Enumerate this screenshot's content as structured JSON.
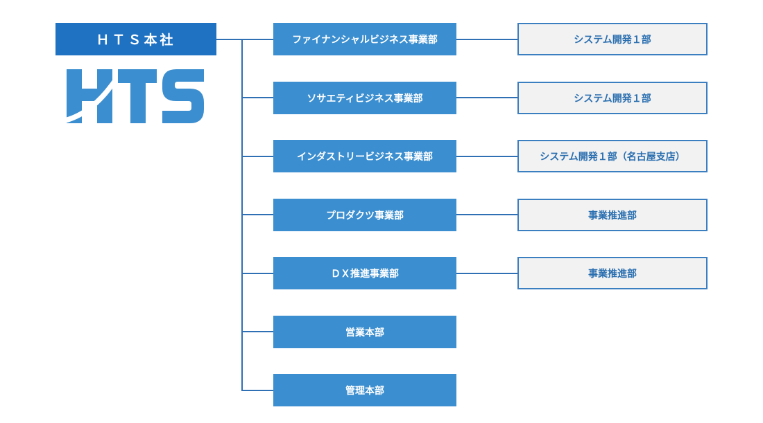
{
  "hq": {
    "label": "ＨＴＳ本社"
  },
  "logo": {
    "text": "HTS",
    "color": "#3b8ecf"
  },
  "colors": {
    "hq_fill": "#1f72c2",
    "division_fill": "#3b8ecf",
    "sub_fill": "#f2f2f2",
    "sub_border": "#3b7fc0",
    "sub_text": "#2a6fb0",
    "connector": "#2f6fb3"
  },
  "divisions": [
    {
      "label": "ファイナンシャルビジネス事業部",
      "sub": "システム開発１部"
    },
    {
      "label": "ソサエティビジネス事業部",
      "sub": "システム開発１部"
    },
    {
      "label": "インダストリービジネス事業部",
      "sub": "システム開発１部（名古屋支店）"
    },
    {
      "label": "プロダクツ事業部",
      "sub": "事業推進部"
    },
    {
      "label": "ＤＸ推進事業部",
      "sub": "事業推進部"
    },
    {
      "label": "営業本部",
      "sub": null
    },
    {
      "label": "管理本部",
      "sub": null
    }
  ]
}
